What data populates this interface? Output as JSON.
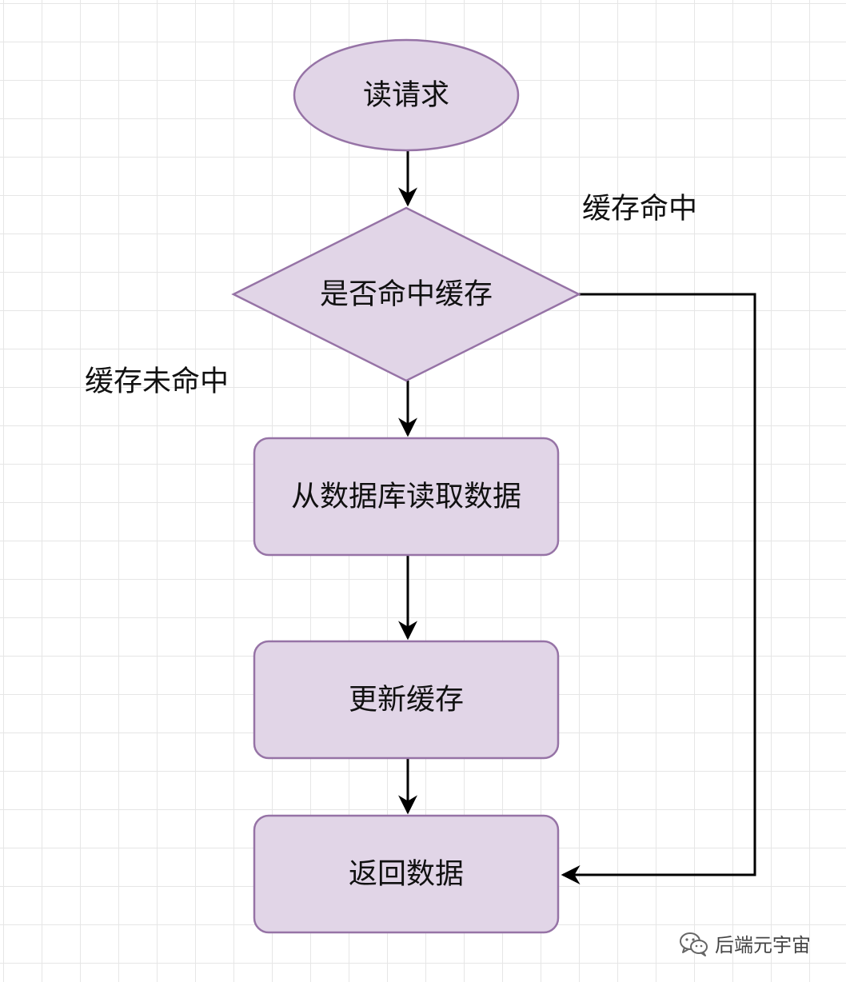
{
  "diagram": {
    "colors": {
      "node_fill": "#e1d5e7",
      "node_stroke": "#9673a6",
      "edge": "#000000",
      "grid": "#e6e6e6"
    },
    "nodes": {
      "start": {
        "label": "读请求",
        "shape": "ellipse"
      },
      "decision": {
        "label": "是否命中缓存",
        "shape": "diamond"
      },
      "read_db": {
        "label": "从数据库读取数据",
        "shape": "rounded-rect"
      },
      "update_cache": {
        "label": "更新缓存",
        "shape": "rounded-rect"
      },
      "return_data": {
        "label": "返回数据",
        "shape": "rounded-rect"
      }
    },
    "edges": {
      "cache_hit": {
        "label": "缓存命中",
        "from": "decision",
        "to": "return_data"
      },
      "cache_miss": {
        "label": "缓存未命中",
        "from": "decision",
        "to": "read_db"
      }
    }
  },
  "watermark": {
    "text": "后端元宇宙",
    "icon": "wechat-icon"
  }
}
